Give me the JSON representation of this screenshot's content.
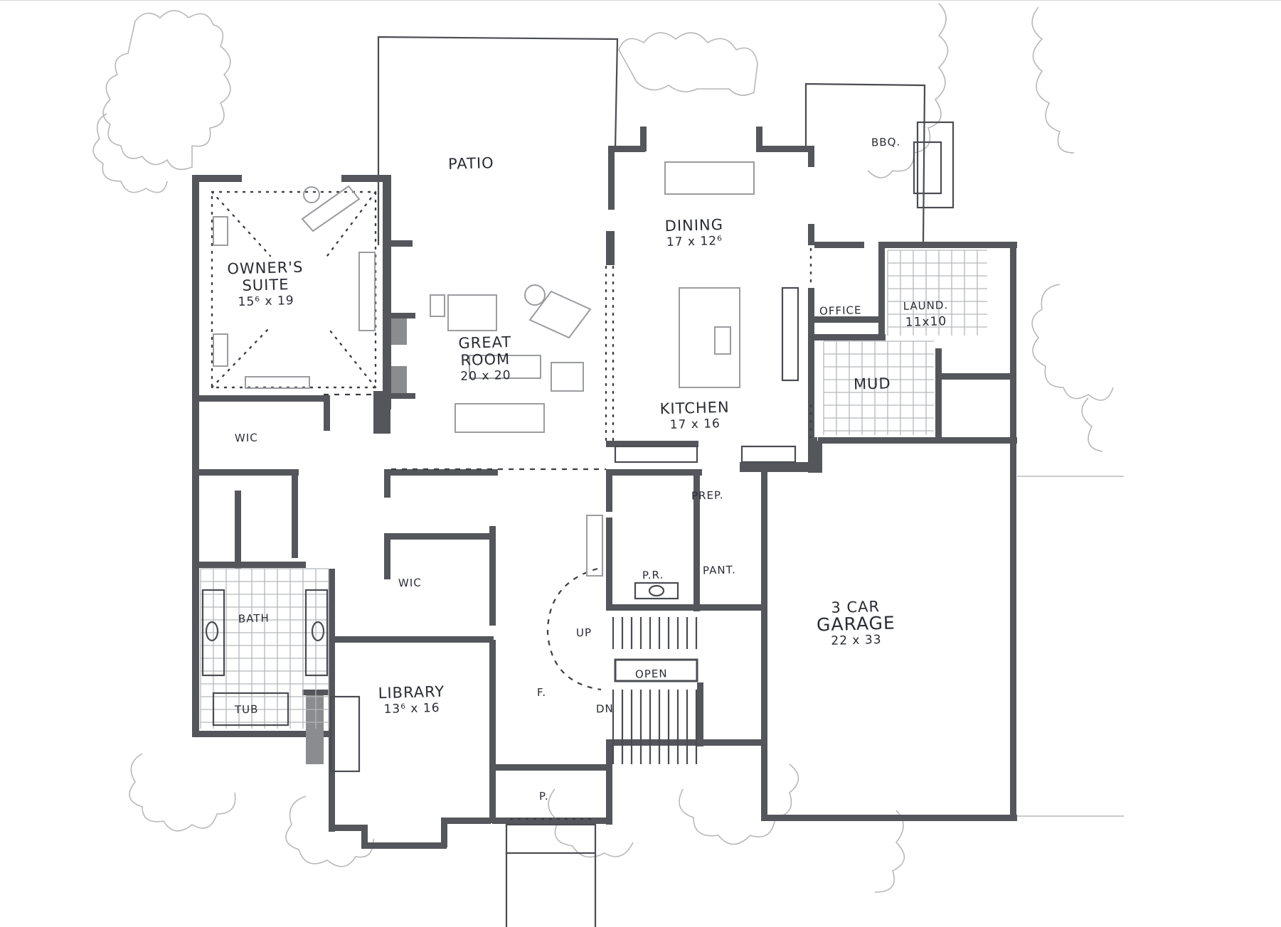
{
  "plan": {
    "type": "hand-drawn floor plan sketch",
    "colors": {
      "wall": "#54565c",
      "line": "#4a4c52",
      "furniture": "#9a9ca0",
      "landscape": "#b8b8b8",
      "text": "#2a2c33"
    },
    "rooms": {
      "patio": {
        "name": "PATIO"
      },
      "owners_suite": {
        "name_line1": "OWNER'S",
        "name_line2": "SUITE",
        "dims": "15⁶ x 19"
      },
      "great_room": {
        "name_line1": "GREAT",
        "name_line2": "ROOM",
        "dims": "20 x 20"
      },
      "dining": {
        "name": "DINING",
        "dims": "17 x 12⁶"
      },
      "kitchen": {
        "name": "KITCHEN",
        "dims": "17 x 16"
      },
      "bbq": {
        "name": "BBQ."
      },
      "office": {
        "name": "OFFICE"
      },
      "laundry": {
        "name": "LAUND.",
        "dims": "11x10"
      },
      "mud": {
        "name": "MUD"
      },
      "wic_owner": {
        "name": "WIC"
      },
      "wic_bath": {
        "name": "WIC"
      },
      "bath": {
        "name": "BATH"
      },
      "tub": {
        "name": "TUB"
      },
      "library": {
        "name": "LIBRARY",
        "dims": "13⁶ x 16"
      },
      "foyer": {
        "name": "F."
      },
      "porch": {
        "name": "P."
      },
      "prep": {
        "name": "PREP."
      },
      "powder_room": {
        "name": "P.R."
      },
      "pantry": {
        "name": "PANT."
      },
      "stair_up": {
        "name": "UP"
      },
      "stair_open": {
        "name": "OPEN"
      },
      "stair_down": {
        "name": "DN"
      },
      "garage": {
        "name_line1": "3 CAR",
        "name_line2": "GARAGE",
        "dims": "22 x 33"
      }
    }
  }
}
